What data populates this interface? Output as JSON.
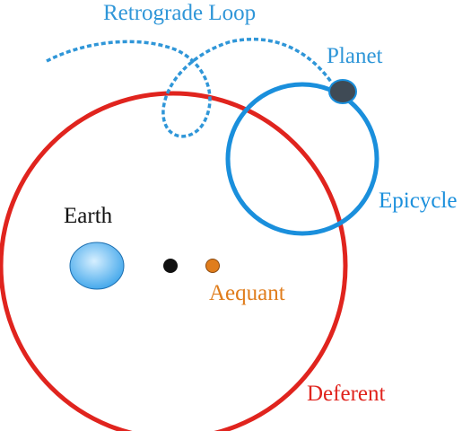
{
  "labels": {
    "retrograde_loop": "Retrograde Loop",
    "planet": "Planet",
    "epicycle": "Epicycle",
    "earth": "Earth",
    "aequant": "Aequant",
    "deferent": "Deferent"
  },
  "colors": {
    "retrograde_loop": "#2f96d8",
    "epicycle": "#1a8fdc",
    "deferent": "#e0241e",
    "aequant": "#e07d1c",
    "earth_fill": "#3aa3ea",
    "earth_highlight": "#d6efff",
    "center_dot": "#111111",
    "planet_fill": "#3f4a55",
    "planet_stroke": "#1a8fdc",
    "label_text": "#111111"
  }
}
